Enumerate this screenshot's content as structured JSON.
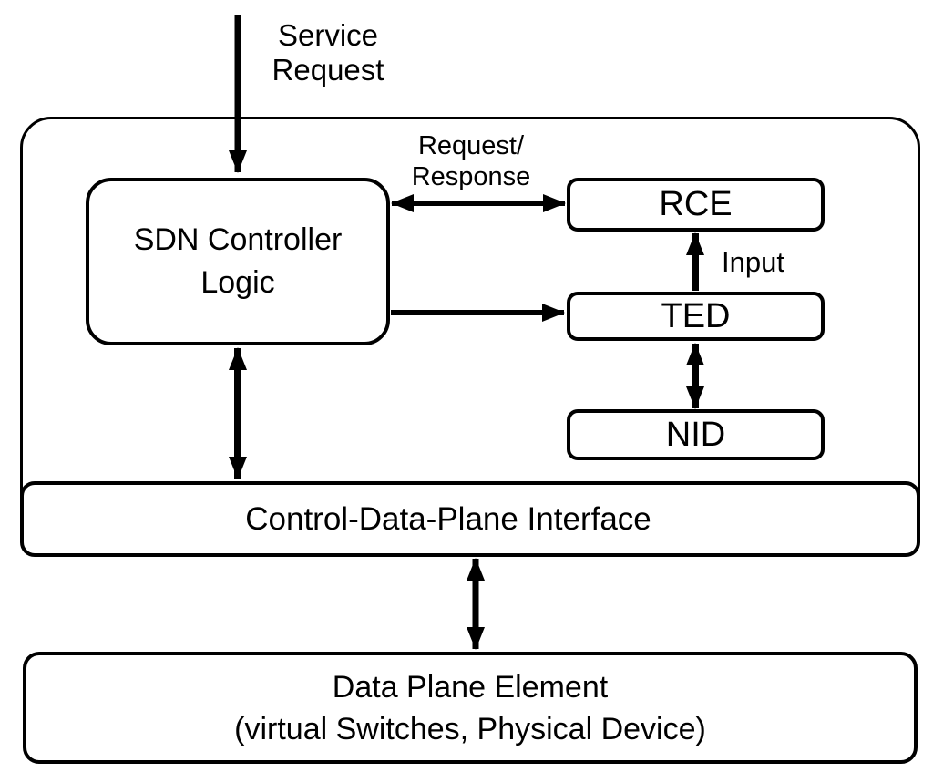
{
  "diagram": {
    "nodes": {
      "sdn_controller": {
        "label": "SDN Controller Logic"
      },
      "rce": {
        "label": "RCE"
      },
      "ted": {
        "label": "TED"
      },
      "nid": {
        "label": "NID"
      },
      "control_data_plane_interface": {
        "label": "Control-Data-Plane Interface"
      },
      "data_plane_element": {
        "lines": [
          "Data Plane Element",
          "(virtual Switches, Physical Device)"
        ]
      }
    },
    "edge_labels": {
      "service_request": "Service Request",
      "request_response": {
        "lines": [
          "Request/",
          "Response"
        ]
      },
      "input": "Input"
    },
    "edges": [
      {
        "from": "external",
        "to": "sdn_controller",
        "label": "Service Request",
        "direction": "one-way"
      },
      {
        "from": "sdn_controller",
        "to": "rce",
        "label": "Request/Response",
        "direction": "two-way"
      },
      {
        "from": "sdn_controller",
        "to": "ted",
        "direction": "one-way"
      },
      {
        "from": "ted",
        "to": "rce",
        "label": "Input",
        "direction": "one-way"
      },
      {
        "from": "ted",
        "to": "nid",
        "direction": "two-way"
      },
      {
        "from": "sdn_controller",
        "to": "control_data_plane_interface",
        "direction": "two-way"
      },
      {
        "from": "control_data_plane_interface",
        "to": "data_plane_element",
        "direction": "two-way"
      }
    ],
    "colors": {
      "stroke": "#000000",
      "fill": "#ffffff",
      "text": "#000000"
    }
  }
}
